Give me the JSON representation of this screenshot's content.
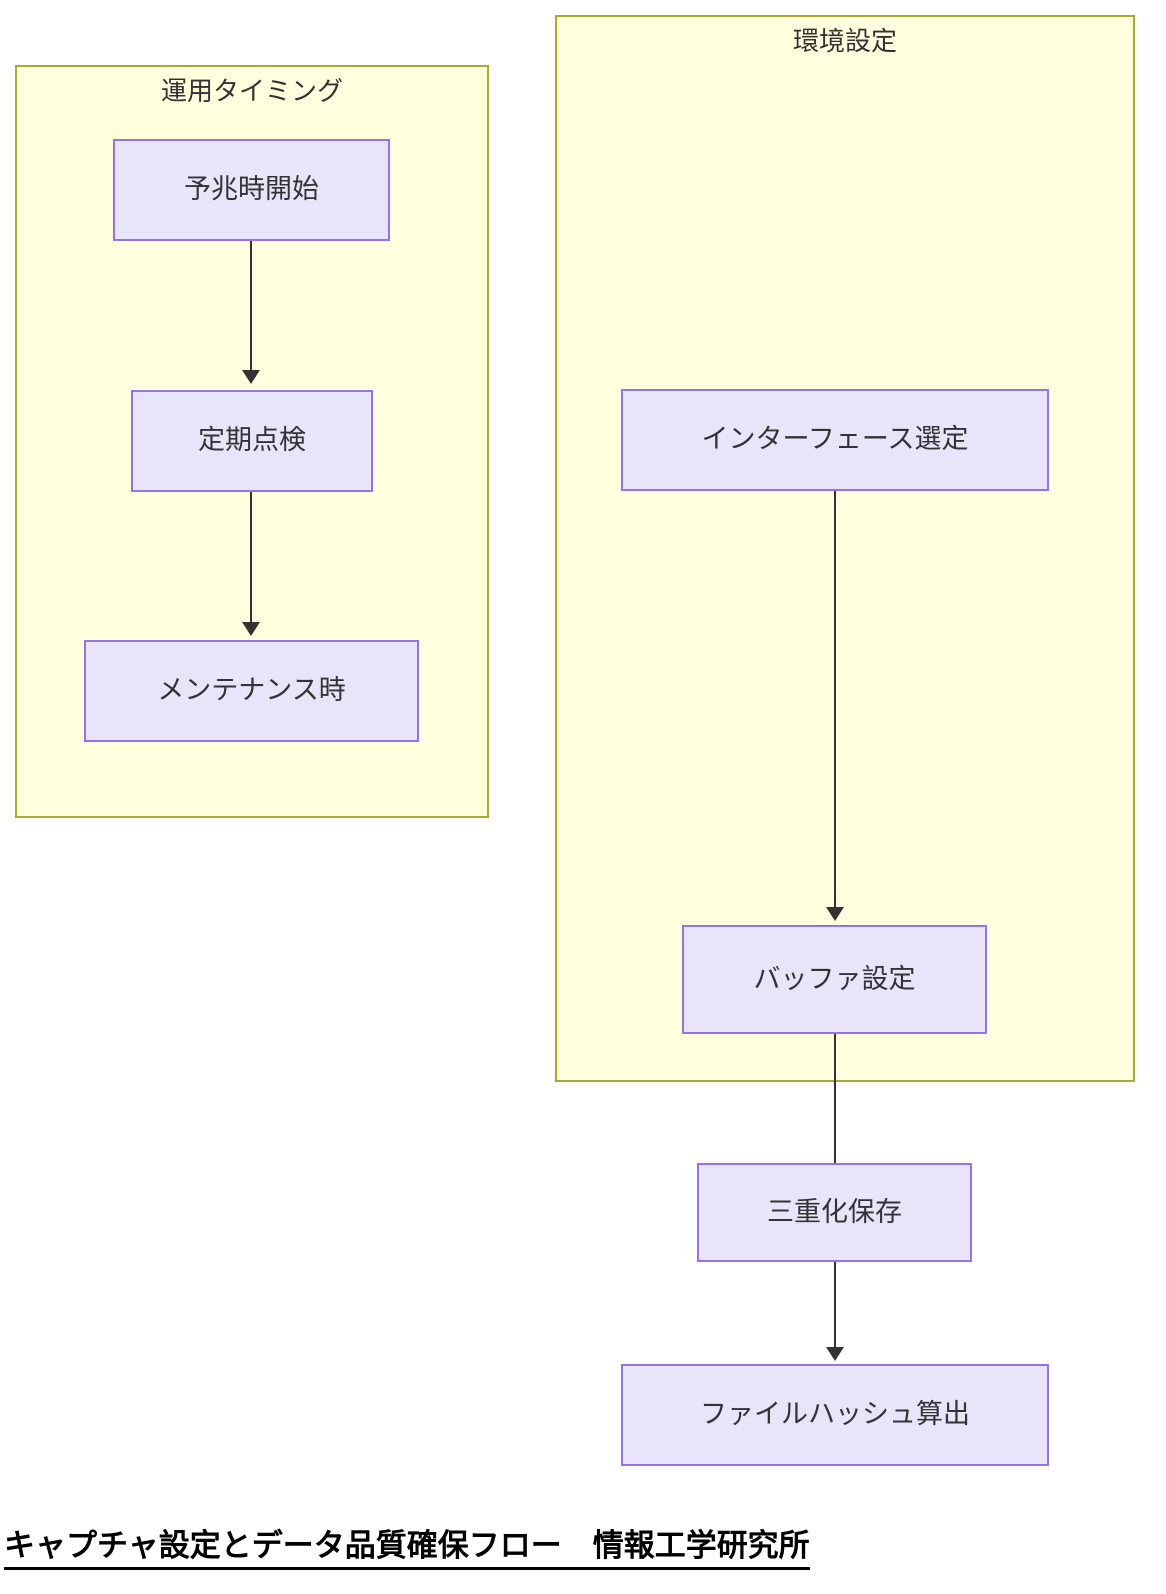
{
  "diagram": {
    "type": "flowchart",
    "direction": "top-to-bottom",
    "subgraphs": [
      {
        "id": "operation-timing",
        "title": "運用タイミング",
        "fill": "#ffffde",
        "stroke": "#aaaa33"
      },
      {
        "id": "environment-settings",
        "title": "環境設定",
        "fill": "#ffffde",
        "stroke": "#aaaa33"
      }
    ],
    "nodes": [
      {
        "id": "n1",
        "label": "予兆時開始",
        "group": "operation-timing"
      },
      {
        "id": "n2",
        "label": "定期点検",
        "group": "operation-timing"
      },
      {
        "id": "n3",
        "label": "メンテナンス時",
        "group": "operation-timing"
      },
      {
        "id": "n4",
        "label": "インターフェース選定",
        "group": "environment-settings"
      },
      {
        "id": "n5",
        "label": "バッファ設定",
        "group": "environment-settings"
      },
      {
        "id": "n6",
        "label": "三重化保存",
        "group": ""
      },
      {
        "id": "n7",
        "label": "ファイルハッシュ算出",
        "group": ""
      }
    ],
    "edges": [
      {
        "from": "n1",
        "to": "n2"
      },
      {
        "from": "n2",
        "to": "n3"
      },
      {
        "from": "n4",
        "to": "n5"
      },
      {
        "from": "n5",
        "to": "n6"
      },
      {
        "from": "n6",
        "to": "n7"
      }
    ],
    "node_fill": "#e8e4fa",
    "node_stroke": "#9673e0",
    "edge_color": "#333333"
  },
  "caption": {
    "text": "キャプチャ設定とデータ品質確保フロー　情報工学研究所"
  }
}
